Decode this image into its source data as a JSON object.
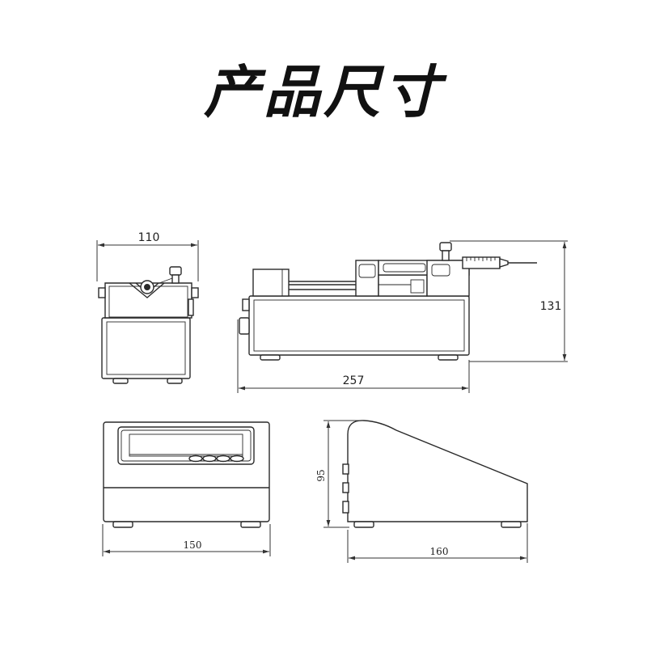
{
  "title": "产品尺寸",
  "dimensions": {
    "front_width": "110",
    "side_length": "257",
    "side_height": "131",
    "rear_width": "150",
    "end_height": "95",
    "end_depth": "160"
  }
}
